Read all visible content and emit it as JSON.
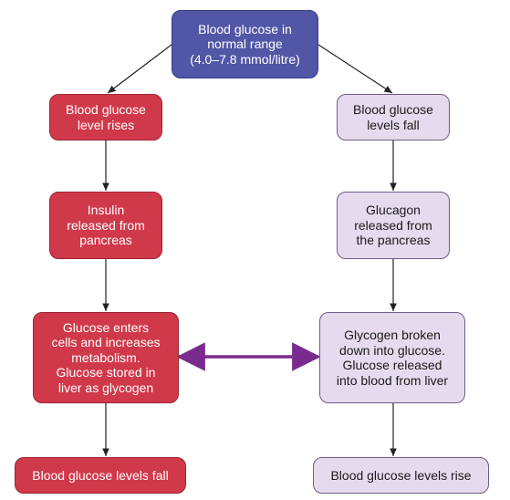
{
  "nodes": {
    "top": "Blood glucose in\nnormal range\n(4.0–7.8 mmol/litre)",
    "left1": "Blood glucose\nlevel rises",
    "left2": "Insulin\nreleased from\npancreas",
    "left3": "Glucose enters\ncells and increases\nmetabolism.\nGlucose stored in\nliver as glycogen",
    "left4": "Blood glucose levels fall",
    "right1": "Blood glucose\nlevels fall",
    "right2": "Glucagon\nreleased from\nthe pancreas",
    "right3": "Glycogen broken\ndown into glucose.\nGlucose released\ninto blood from liver",
    "right4": "Blood glucose levels rise"
  },
  "colors": {
    "top_fill": "#5156a6",
    "left_fill": "#d0394a",
    "right_fill": "#e6dbee",
    "connector": "#7b2a8e",
    "arrow": "#222222"
  }
}
